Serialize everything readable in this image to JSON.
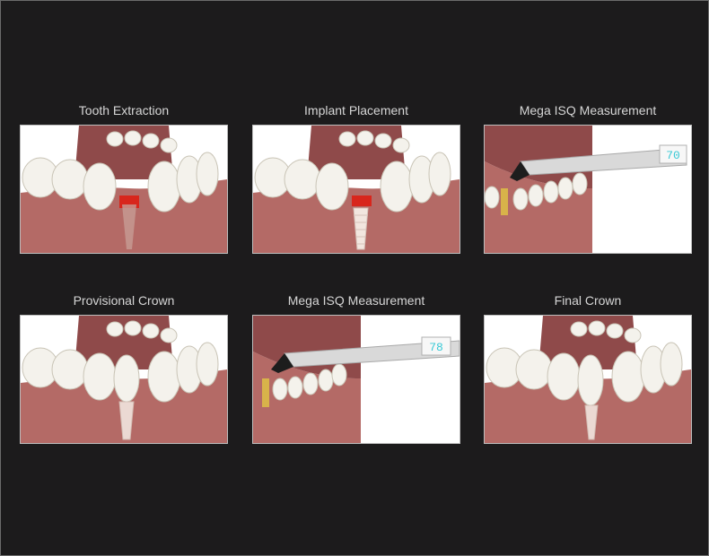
{
  "panels": [
    {
      "title": "Tooth Extraction",
      "stage": "extraction"
    },
    {
      "title": "Implant Placement",
      "stage": "implant"
    },
    {
      "title": "Mega ISQ Measurement",
      "stage": "isq",
      "readout": "70"
    },
    {
      "title": "Provisional Crown",
      "stage": "provisional"
    },
    {
      "title": "Mega ISQ Measurement",
      "stage": "isq",
      "readout": "78"
    },
    {
      "title": "Final Crown",
      "stage": "final"
    }
  ],
  "colors": {
    "background": "#1c1b1c",
    "gum": "#b46a66",
    "tooth": "#f4f2ec",
    "implant": "#f2e6df",
    "socket_red": "#d8261c",
    "probe": "#d9d9d9",
    "readout": "#38c9d6"
  },
  "icons": [
    "jaw-illustration",
    "implant-screw-icon",
    "isq-probe-icon"
  ]
}
